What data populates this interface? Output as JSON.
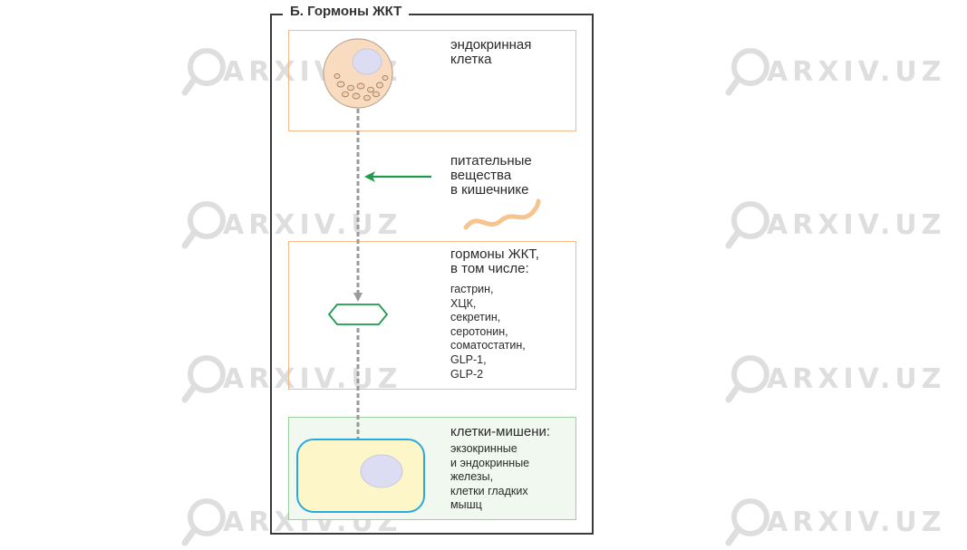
{
  "watermark": {
    "text": "ARXIV.UZ"
  },
  "diagram": {
    "title": "Б. Гормоны ЖКТ",
    "endocrine_cell_label": "эндокринная\nклетка",
    "nutrients_label": "питательные\nвещества\nв кишечнике",
    "hormones_heading": "гормоны ЖКТ,\nв том числе:",
    "hormones_list": "гастрин,\nХЦК,\nсекретин,\nсеротонин,\nсоматостатин,\nGLP-1,\nGLP-2",
    "target_heading": "клетки-мишени:",
    "target_list": "экзокринные\nи эндокринные\nжелезы,\nклетки гладких\nмышц",
    "colors": {
      "panel_border_orange": "#f3b98a",
      "panel_border_green": "#9ccf9c",
      "cell_fill": "#f9dcc0",
      "nucleus_fill": "#dcdcf2",
      "arrow_gray": "#9a9a9a",
      "arrow_green": "#1e9a4a",
      "target_cell_border": "#2aa9df",
      "target_cell_fill": "#fdf6c8"
    }
  }
}
